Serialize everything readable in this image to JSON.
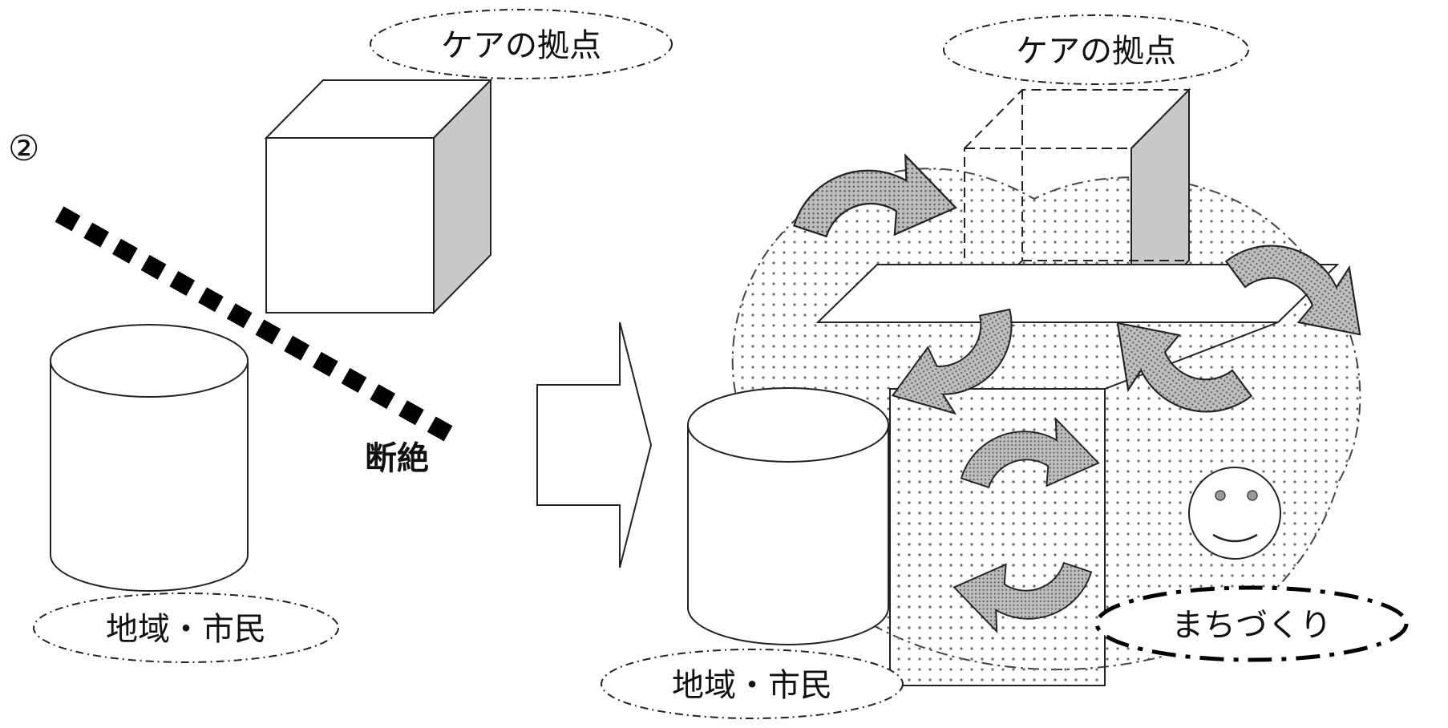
{
  "labels": {
    "section_number": "②",
    "left_top_label": "ケアの拠点",
    "left_bottom_label": "地域・市民",
    "disconnect_label": "断絶",
    "right_top_label": "ケアの拠点",
    "right_bottom_label": "地域・市民",
    "community_label": "まちづくり"
  },
  "colors": {
    "stroke": "#222222",
    "shade": "#c8c8c8",
    "arrow_fill": "#a9a9a9",
    "dot": "#6e6e6e",
    "dashed_line": "#000000"
  },
  "icons": {
    "smiley": "smiley-face-icon",
    "transition": "right-arrow-icon",
    "cycle": "circular-arrow-icon"
  }
}
